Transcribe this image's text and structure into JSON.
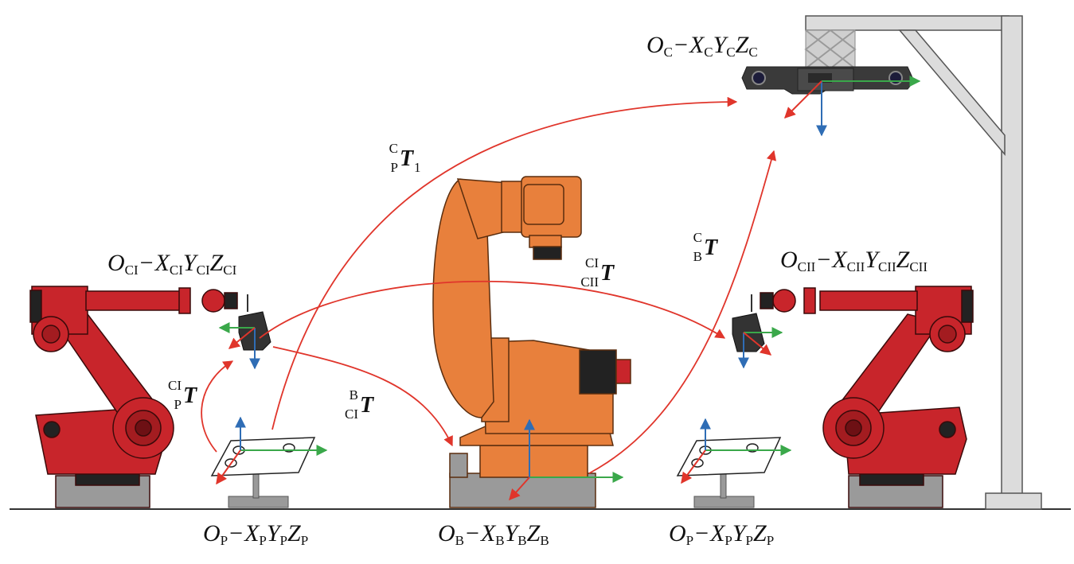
{
  "frames": {
    "camera": {
      "O": "O",
      "Os": "C",
      "X": "X",
      "Xs": "C",
      "Y": "Y",
      "Ys": "C",
      "Z": "Z",
      "Zs": "C"
    },
    "camera_left": {
      "O": "O",
      "Os": "CI",
      "X": "X",
      "Xs": "CI",
      "Y": "Y",
      "Ys": "CI",
      "Z": "Z",
      "Zs": "CI"
    },
    "camera_right": {
      "O": "O",
      "Os": "CII",
      "X": "X",
      "Xs": "CII",
      "Y": "Y",
      "Ys": "CII",
      "Z": "Z",
      "Zs": "CII"
    },
    "plate_left": {
      "O": "O",
      "Os": "P",
      "X": "X",
      "Xs": "P",
      "Y": "Y",
      "Ys": "P",
      "Z": "Z",
      "Zs": "P"
    },
    "base": {
      "O": "O",
      "Os": "B",
      "X": "X",
      "Xs": "B",
      "Y": "Y",
      "Ys": "B",
      "Z": "Z",
      "Zs": "B"
    },
    "plate_right": {
      "O": "O",
      "Os": "P",
      "X": "X",
      "Xs": "P",
      "Y": "Y",
      "Ys": "P",
      "Z": "Z",
      "Zs": "P"
    },
    "dash": "−"
  },
  "transforms": {
    "cp1": {
      "sup": "C",
      "sub": "P",
      "T": "T",
      "tsub": "1"
    },
    "cb": {
      "sup": "C",
      "sub": "B",
      "T": "T",
      "tsub": ""
    },
    "cicii": {
      "sup": "CI",
      "sub": "CII",
      "T": "T",
      "tsub": ""
    },
    "cip": {
      "sup": "CI",
      "sub": "P",
      "T": "T",
      "tsub": ""
    },
    "bci": {
      "sup": "B",
      "sub": "CI",
      "T": "T",
      "tsub": ""
    }
  },
  "colors": {
    "axis_x": "#3aa84a",
    "axis_y": "#e0352b",
    "axis_z": "#2f6db5",
    "transform_arrow": "#e0352b",
    "robot_orange": "#e8803c",
    "robot_red": "#c8252b",
    "frame_gray": "#dcdcdc"
  }
}
